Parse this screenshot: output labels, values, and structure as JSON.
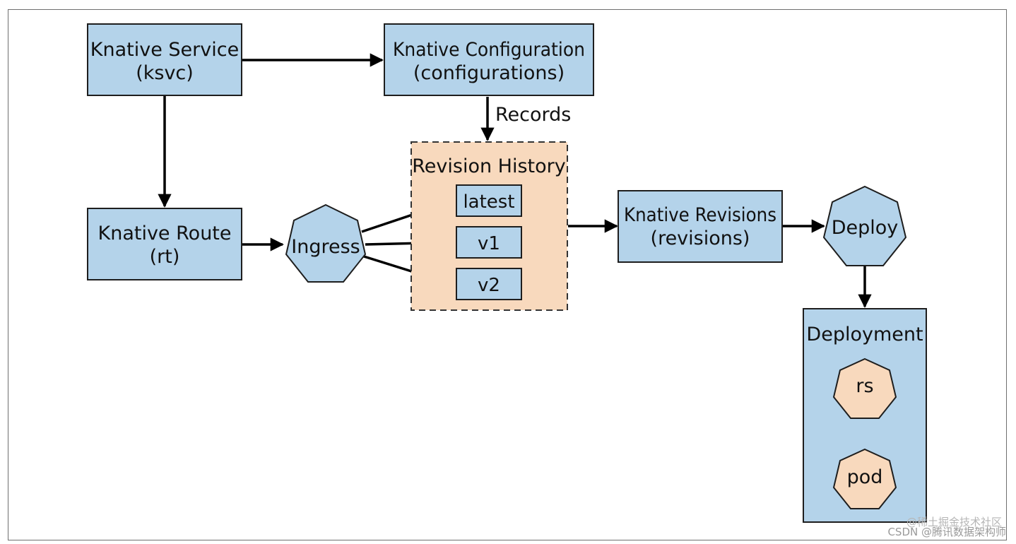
{
  "nodes": {
    "ksvc": {
      "line1": "Knative Service",
      "line2": "(ksvc)"
    },
    "configuration": {
      "line1": "Knative Configuration",
      "line2": "(configurations)"
    },
    "route": {
      "line1": "Knative Route",
      "line2": "(rt)"
    },
    "ingress": {
      "label": "Ingress"
    },
    "revision_history": {
      "title": "Revision History",
      "items": [
        "latest",
        "v1",
        "v2"
      ]
    },
    "revisions": {
      "line1": "Knative Revisions",
      "line2": "(revisions)"
    },
    "deploy": {
      "label": "Deploy"
    },
    "deployment": {
      "title": "Deployment",
      "rs": "rs",
      "pod": "pod"
    }
  },
  "edges": {
    "records_label": "Records"
  },
  "colors": {
    "blue_fill": "#b4d3ea",
    "peach_fill": "#f8d9bd",
    "stroke": "#1e1e1e"
  },
  "watermarks": {
    "line1": "@稀土掘金技术社区",
    "line2": "CSDN @腾讯数据架构师"
  }
}
